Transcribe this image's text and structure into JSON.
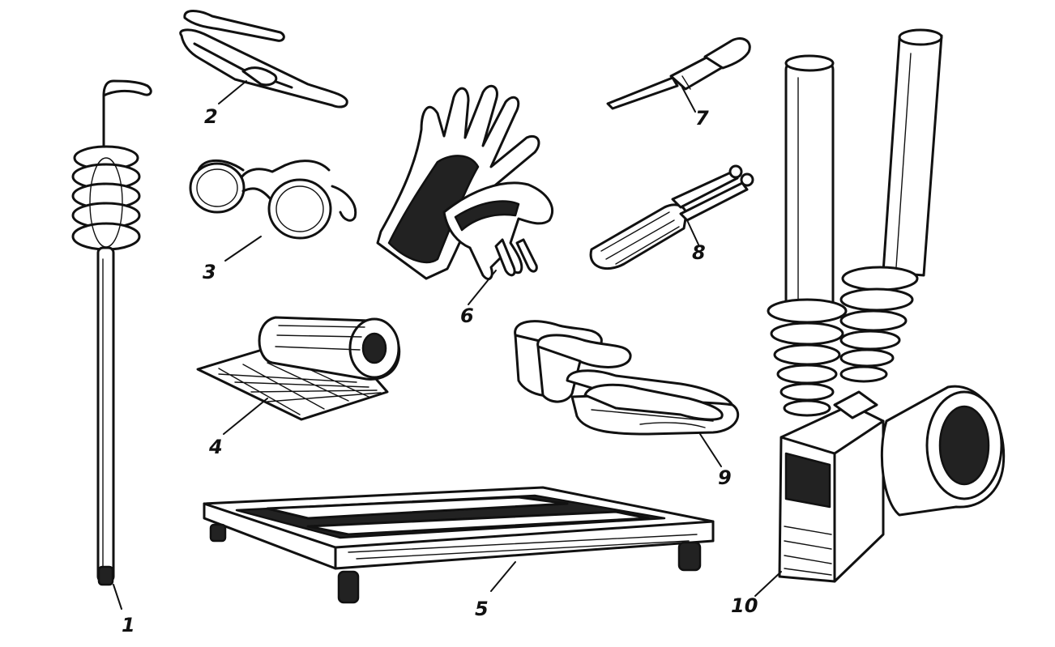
{
  "figure": {
    "items": [
      {
        "id": "rod",
        "label": "1"
      },
      {
        "id": "insulating-pliers",
        "label": "2"
      },
      {
        "id": "goggles",
        "label": "3"
      },
      {
        "id": "rubber-mat",
        "label": "4"
      },
      {
        "id": "insulating-stand",
        "label": "5"
      },
      {
        "id": "dielectric-gloves",
        "label": "6"
      },
      {
        "id": "voltage-indicator",
        "label": "7"
      },
      {
        "id": "insulated-screwdriver",
        "label": "8"
      },
      {
        "id": "dielectric-boots",
        "label": "9"
      },
      {
        "id": "voltage-detector",
        "label": "10"
      }
    ]
  }
}
